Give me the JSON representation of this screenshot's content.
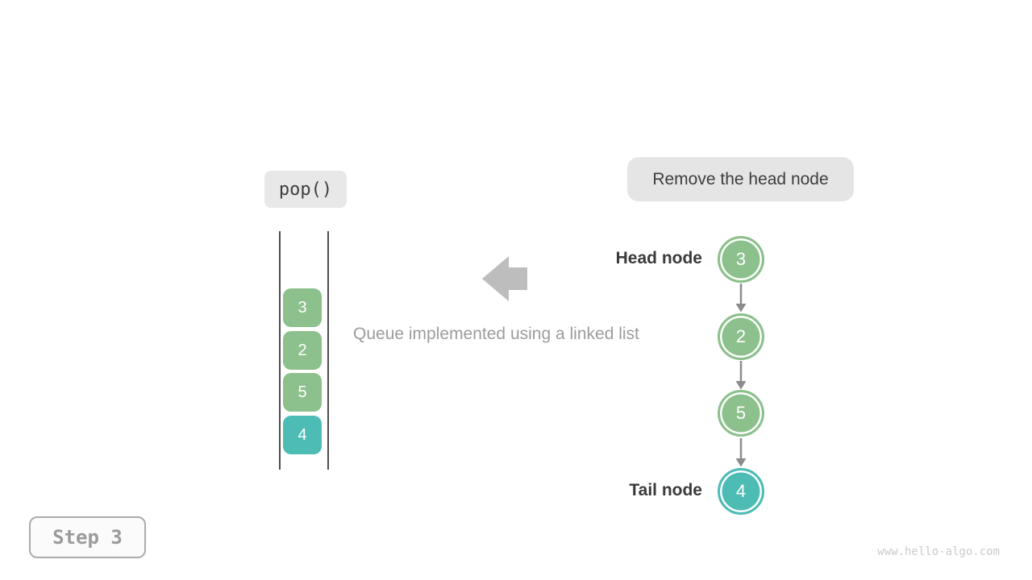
{
  "page": {
    "operation_label": "pop()",
    "callout": "Remove the head node",
    "caption": "Queue implemented using a linked list",
    "step_label": "Step 3",
    "watermark": "www.hello-algo.com"
  },
  "queue_stack": {
    "items": [
      {
        "value": "3",
        "color": "green"
      },
      {
        "value": "2",
        "color": "green"
      },
      {
        "value": "5",
        "color": "green"
      },
      {
        "value": "4",
        "color": "teal"
      }
    ]
  },
  "linked_list": {
    "head_label": "Head node",
    "tail_label": "Tail node",
    "nodes": [
      {
        "value": "3",
        "color": "green"
      },
      {
        "value": "2",
        "color": "green"
      },
      {
        "value": "5",
        "color": "green"
      },
      {
        "value": "4",
        "color": "teal"
      }
    ]
  },
  "colors": {
    "node_green": "#8cc08c",
    "node_teal": "#4dbcb5",
    "block_arrow_gray": "#bdbdbd",
    "link_arrow_gray": "#8c8c8c",
    "label_dark": "#3a3a3a",
    "caption_gray": "#9c9c9c"
  }
}
